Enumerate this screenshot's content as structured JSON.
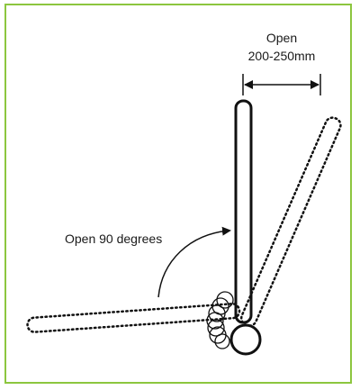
{
  "diagram": {
    "labels": {
      "open_word": "Open",
      "open_range": "200-250mm",
      "open_angle": "Open 90 degrees"
    },
    "colors": {
      "frame": "#8cc63f",
      "ink": "#111111"
    }
  }
}
